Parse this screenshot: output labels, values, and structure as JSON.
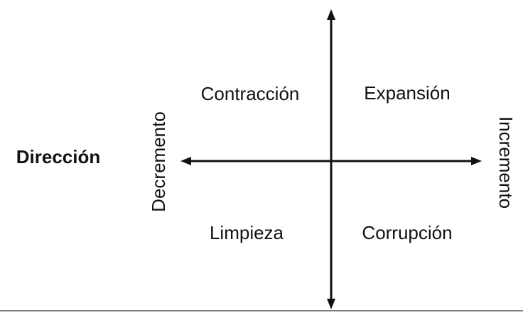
{
  "diagram": {
    "title": "Dirección",
    "horizontal_axis": {
      "left_label": "Decremento",
      "right_label": "Incremento"
    },
    "quadrants": {
      "top_left": "Contracción",
      "top_right": "Expansión",
      "bottom_left": "Limpieza",
      "bottom_right": "Corrupción"
    },
    "colors": {
      "axis": "#111111",
      "text": "#111111",
      "bottom_rule": "#7d7d7d"
    }
  }
}
